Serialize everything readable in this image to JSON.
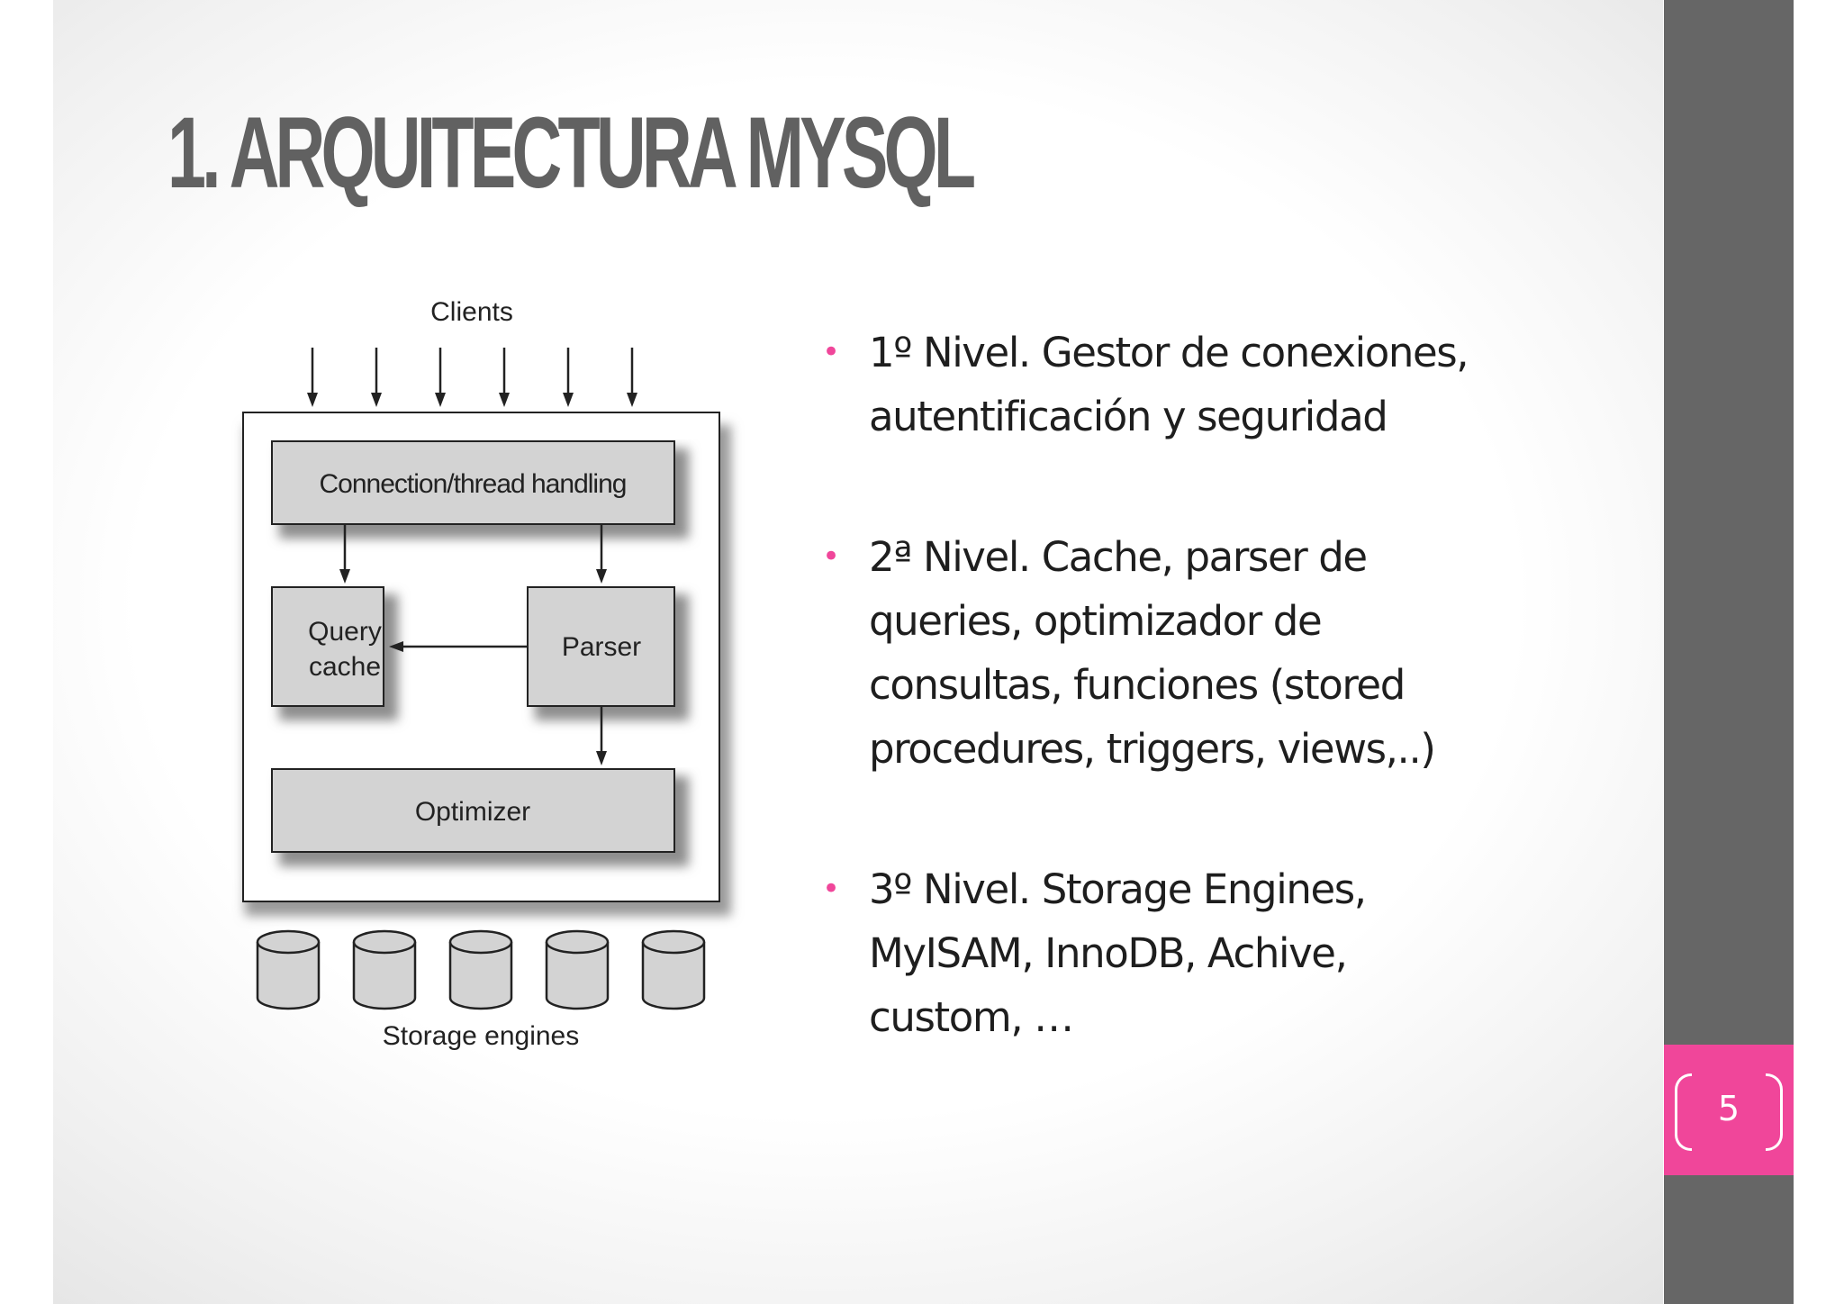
{
  "slide": {
    "title": "1. Arquitectura MySQL",
    "page_number": "5",
    "accent_color": "#f0469a",
    "sidebar_color": "#666666"
  },
  "diagram": {
    "clients_label": "Clients",
    "connection_label": "Connection/thread handling",
    "query_cache_label_line1": "Query",
    "query_cache_label_line2": "cache",
    "parser_label": "Parser",
    "optimizer_label": "Optimizer",
    "storage_label": "Storage engines"
  },
  "bullets": [
    {
      "text": "1º Nivel. Gestor de conexiones,\nautentificación y seguridad"
    },
    {
      "text": "2ª Nivel. Cache, parser de\nqueries,  optimizador de\nconsultas, funciones (stored\nprocedures, triggers, views,..)"
    },
    {
      "text": "3º Nivel. Storage Engines,\nMyISAM, InnoDB, Achive,\ncustom, …"
    }
  ]
}
